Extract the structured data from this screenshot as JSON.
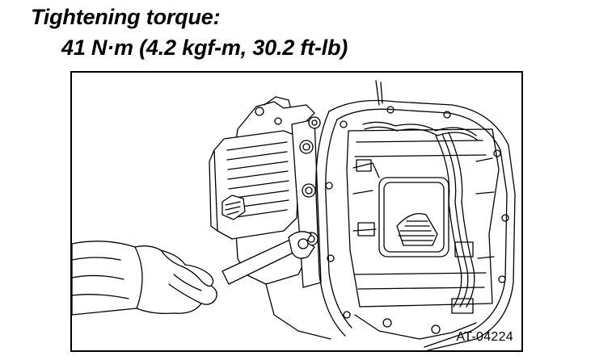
{
  "heading": {
    "label": "Tightening torque:",
    "value": "41 N·m (4.2 kgf-m, 30.2 ft-lb)"
  },
  "figure": {
    "code": "AT-04224"
  }
}
